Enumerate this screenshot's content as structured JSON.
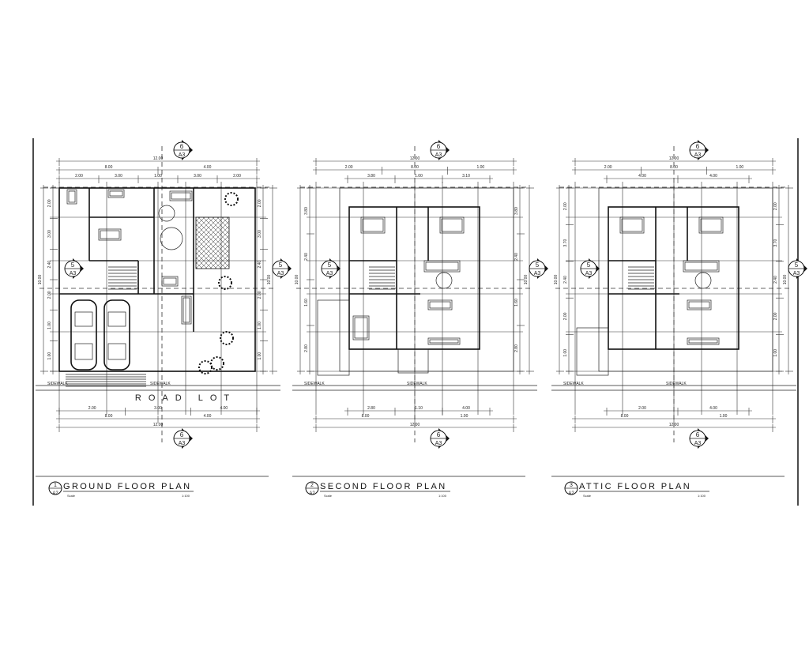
{
  "drawings": [
    {
      "title": "GROUND FLOOR PLAN",
      "tag_number": "1",
      "tag_sheet": "A2",
      "scale_label": "Scale",
      "scale_value": "1:100",
      "top_dims": {
        "total": "12.00",
        "row2": [
          "8.00",
          "4.00"
        ],
        "row3": [
          "2.00",
          "3.00",
          "1.00",
          "3.00",
          "2.00"
        ]
      },
      "bottom_dims": {
        "total": "12.00",
        "row2": [
          "8.00",
          "4.00"
        ],
        "row3": [
          "2.00",
          "3.00",
          "4.00"
        ]
      },
      "side_dims": [
        "2.00",
        "3.00",
        "2.40",
        "2.00",
        "1.00",
        "1.00"
      ],
      "side_total": "10.00",
      "road_label": "ROAD LOT",
      "sidewalk_labels": [
        "SIDEWALK",
        "SIDEWALK"
      ]
    },
    {
      "title": "SECOND FLOOR PLAN",
      "tag_number": "2",
      "tag_sheet": "A2",
      "scale_label": "Scale",
      "scale_value": "1:100",
      "top_dims": {
        "total": "12.00",
        "row2": [
          "2.00",
          "8.00",
          "1.00"
        ],
        "row3": [
          "3.80",
          "1.00",
          "3.10"
        ]
      },
      "bottom_dims": {
        "total": "12.00",
        "row2": [
          "8.00",
          "1.00"
        ],
        "row3": [
          "2.80",
          "1.10",
          "4.00"
        ]
      },
      "side_dims": [
        "3.80",
        "2.40",
        "1.60",
        "2.80"
      ],
      "side_total": "10.00",
      "sidewalk_labels": [
        "SIDEWALK",
        "SIDEWALK"
      ]
    },
    {
      "title": "ATTIC FLOOR PLAN",
      "tag_number": "3",
      "tag_sheet": "A2",
      "scale_label": "Scale",
      "scale_value": "1:100",
      "top_dims": {
        "total": "12.00",
        "row2": [
          "2.00",
          "8.00",
          "1.00"
        ],
        "row3": [
          "4.00",
          "4.00"
        ]
      },
      "bottom_dims": {
        "total": "12.00",
        "row2": [
          "8.00",
          "1.00"
        ],
        "row3": [
          "2.00",
          "4.00"
        ]
      },
      "side_dims": [
        "2.00",
        "3.70",
        "2.40",
        "2.00",
        "1.00"
      ],
      "side_total": "10.00",
      "sidewalk_labels": [
        "SIDEWALK",
        "SIDEWALK"
      ]
    }
  ],
  "section_markers": {
    "vertical": {
      "number": "6",
      "sheet": "A3"
    },
    "horizontal": {
      "number": "5",
      "sheet": "A3"
    }
  }
}
